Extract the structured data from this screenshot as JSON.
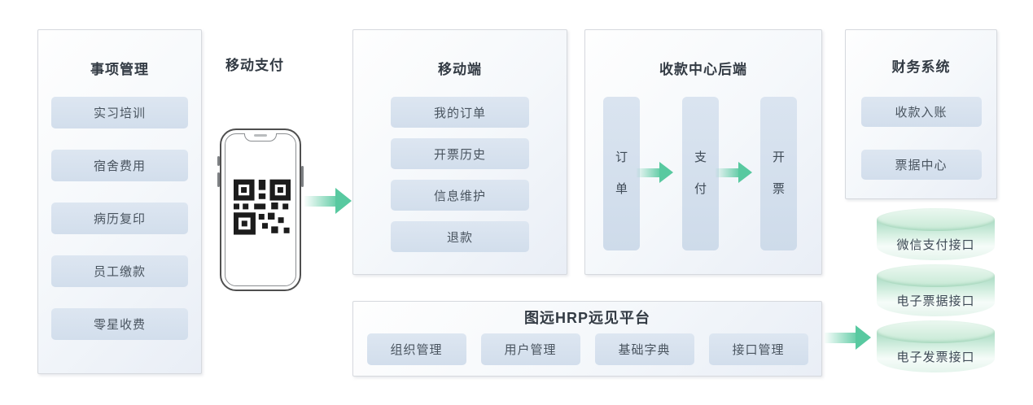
{
  "colors": {
    "arrow_green": "#58c9a0",
    "panel_border": "#d6d9de",
    "panel_gradient_end": "#e9eef6",
    "item_box_bg": "#d5e0ed",
    "cylinder_green": "#c6e9d5",
    "title_text": "#333b44",
    "item_text": "#49545f"
  },
  "panels": {
    "items_management": {
      "title": "事项管理",
      "items": [
        "实习培训",
        "宿舍费用",
        "病历复印",
        "员工缴款",
        "零星收费"
      ]
    },
    "mobile_payment": {
      "label": "移动支付"
    },
    "mobile_client": {
      "title": "移动端",
      "items": [
        "我的订单",
        "开票历史",
        "信息维护",
        "退款"
      ]
    },
    "collection_backend": {
      "title": "收款中心后端",
      "stages": [
        "订单",
        "支付",
        "开票"
      ]
    },
    "finance_system": {
      "title": "财务系统",
      "items": [
        "收款入账",
        "票据中心"
      ]
    },
    "hrp_platform": {
      "title": "图远HRP远见平台",
      "items": [
        "组织管理",
        "用户管理",
        "基础字典",
        "接口管理"
      ]
    },
    "interfaces": {
      "items": [
        "微信支付接口",
        "电子票据接口",
        "电子发票接口"
      ]
    }
  }
}
